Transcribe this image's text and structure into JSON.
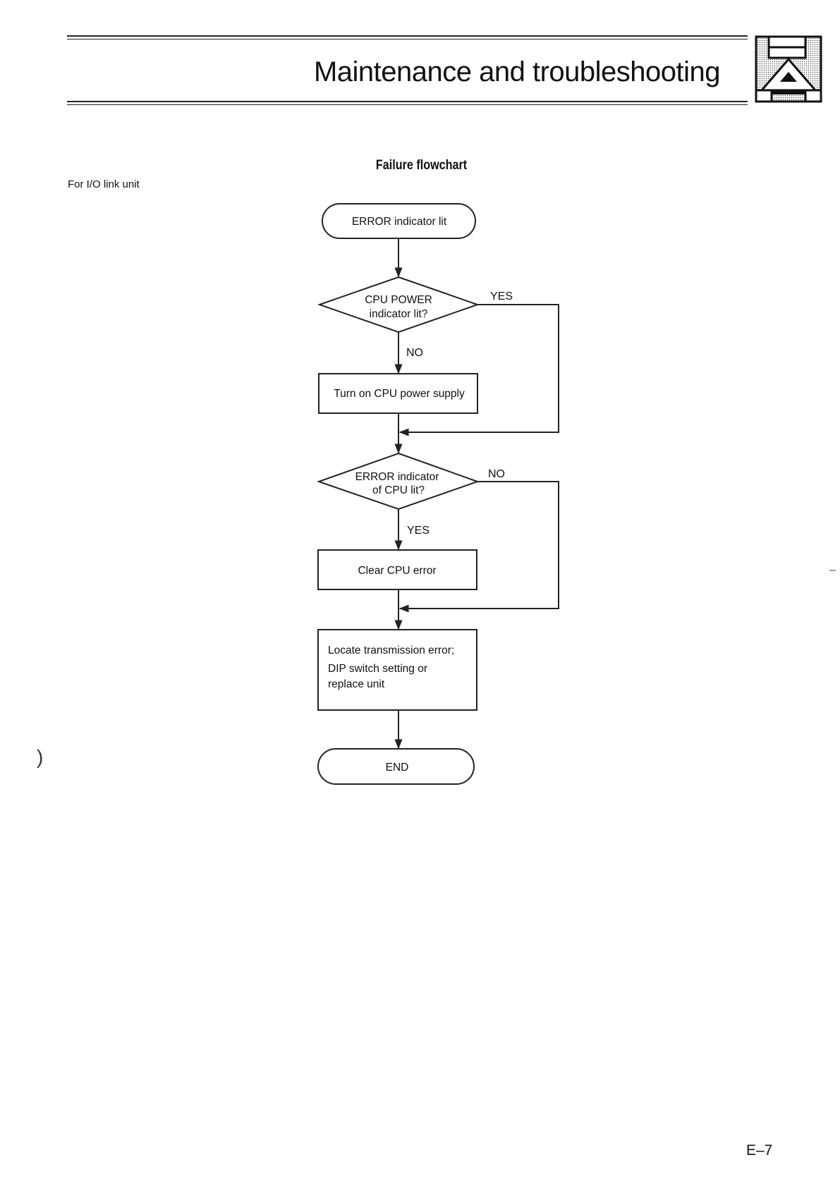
{
  "header": {
    "title": "Maintenance and troubleshooting"
  },
  "side_label": "For I/O link unit",
  "flowchart": {
    "title": "Failure flowchart",
    "nodes": {
      "start": "ERROR indicator lit",
      "d1_line1": "CPU POWER",
      "d1_line2": "indicator lit?",
      "p1": "Turn on CPU power supply",
      "d2_line1": "ERROR indicator",
      "d2_line2": "of CPU lit?",
      "p2": "Clear CPU error",
      "p3_line1": "Locate transmission error;",
      "p3_line2": "DIP switch setting or",
      "p3_line3": "replace unit",
      "end": "END"
    },
    "edges": {
      "d1_yes": "YES",
      "d1_no": "NO",
      "d2_no": "NO",
      "d2_yes": "YES"
    }
  },
  "page_number": "E–7",
  "marks": {
    "bracket": ")",
    "dash": "–"
  }
}
